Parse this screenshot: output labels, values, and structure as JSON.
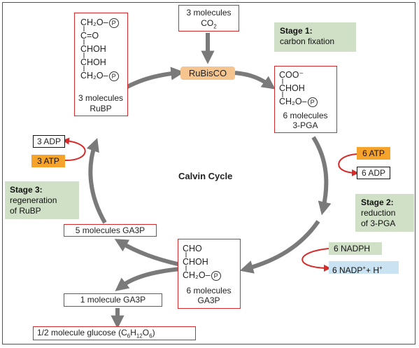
{
  "title": "Calvin Cycle",
  "enzyme": "RuBisCO",
  "co2_box": {
    "line1": "3 molecules",
    "line2": "CO",
    "sub": "2"
  },
  "stages": {
    "s1": {
      "title": "Stage 1:",
      "desc": "carbon fixation"
    },
    "s2": {
      "title": "Stage 2:",
      "line1": "reduction",
      "line2": "of 3-PGA"
    },
    "s3": {
      "title": "Stage 3:",
      "line1": "regeneration",
      "line2": "of RuBP"
    }
  },
  "rubp": {
    "lines": [
      "CH₂O–",
      "C=O",
      "CHOH",
      "CHOH",
      "CH₂O–"
    ],
    "phosphate": "P",
    "count": "3 molecules",
    "name": "RuBP"
  },
  "pga": {
    "lines": [
      "COO⁻",
      "CHOH",
      "CH₂O–"
    ],
    "phosphate": "P",
    "count": "6 molecules",
    "name": "3-PGA"
  },
  "ga3p_6": {
    "lines": [
      "CHO",
      "CHOH",
      "CH₂O–"
    ],
    "phosphate": "P",
    "count": "6 molecules",
    "name": "GA3P"
  },
  "ga3p_5": "5 molecules GA3P",
  "ga3p_1": "1 molecule GA3P",
  "glucose": {
    "prefix": "1/2 molecule glucose (C",
    "c": "6",
    "h": "H",
    "hn": "12",
    "o": "O",
    "on": "6",
    "suffix": ")"
  },
  "atp_left": {
    "adp": "3 ADP",
    "atp": "3 ATP"
  },
  "atp_right": {
    "atp": "6 ATP",
    "adp": "6 ADP"
  },
  "nadph": {
    "nadph": "6 NADPH",
    "nadp": "6 NADP",
    "sup1": "+",
    "plus": "+ H",
    "sup2": "+"
  },
  "colors": {
    "cycle": "#7a7a7a",
    "red": "#d62b2b",
    "orange": "#f6a32c",
    "green": "#cfe0c6",
    "blue": "#c9e3f2",
    "rubisco": "#f6c48f"
  }
}
